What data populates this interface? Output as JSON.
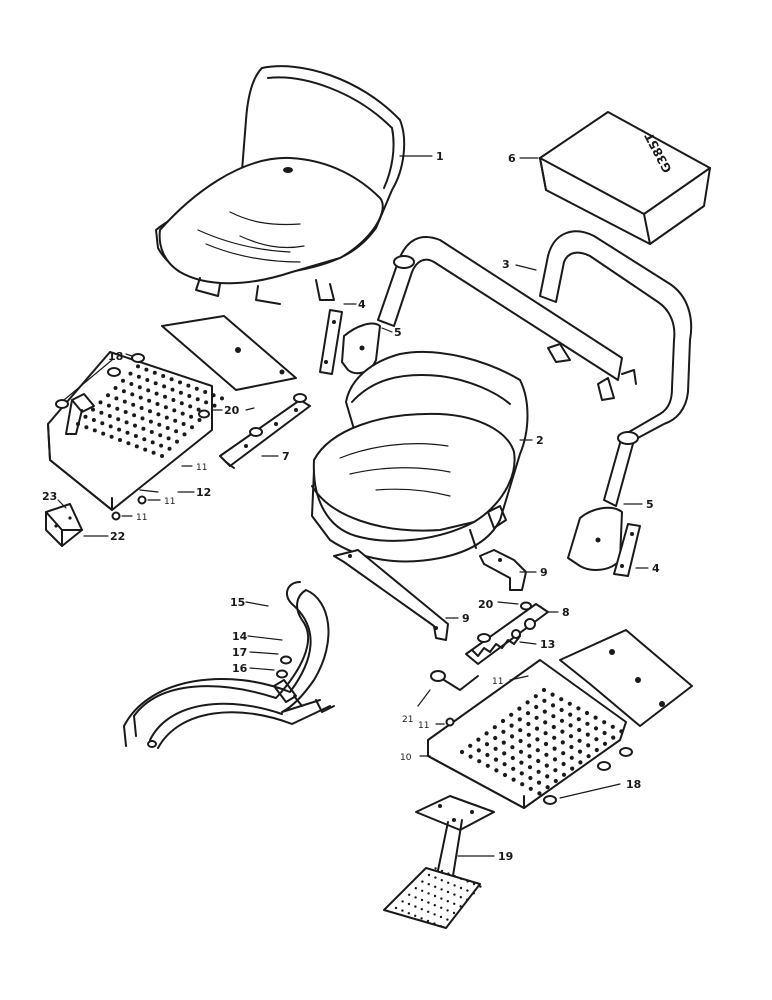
{
  "drawing_code": "G385T",
  "callouts": [
    {
      "id": "c1",
      "text": "1"
    },
    {
      "id": "c2",
      "text": "2"
    },
    {
      "id": "c3",
      "text": "3"
    },
    {
      "id": "c4a",
      "text": "4"
    },
    {
      "id": "c4b",
      "text": "4"
    },
    {
      "id": "c5a",
      "text": "5"
    },
    {
      "id": "c5b",
      "text": "5"
    },
    {
      "id": "c6",
      "text": "6"
    },
    {
      "id": "c7",
      "text": "7"
    },
    {
      "id": "c8",
      "text": "8"
    },
    {
      "id": "c9a",
      "text": "9"
    },
    {
      "id": "c9b",
      "text": "9"
    },
    {
      "id": "c10",
      "text": "10"
    },
    {
      "id": "c11a",
      "text": "11"
    },
    {
      "id": "c11b",
      "text": "11"
    },
    {
      "id": "c11c",
      "text": "11"
    },
    {
      "id": "c11d",
      "text": "11"
    },
    {
      "id": "c11e",
      "text": "11"
    },
    {
      "id": "c12",
      "text": "12"
    },
    {
      "id": "c13",
      "text": "13"
    },
    {
      "id": "c14",
      "text": "14"
    },
    {
      "id": "c15",
      "text": "15"
    },
    {
      "id": "c16",
      "text": "16"
    },
    {
      "id": "c17",
      "text": "17"
    },
    {
      "id": "c18a",
      "text": "18"
    },
    {
      "id": "c18b",
      "text": "18"
    },
    {
      "id": "c19",
      "text": "19"
    },
    {
      "id": "c20a",
      "text": "20"
    },
    {
      "id": "c20b",
      "text": "20"
    },
    {
      "id": "c21",
      "text": "21"
    },
    {
      "id": "c22",
      "text": "22"
    },
    {
      "id": "c23",
      "text": "23"
    }
  ]
}
